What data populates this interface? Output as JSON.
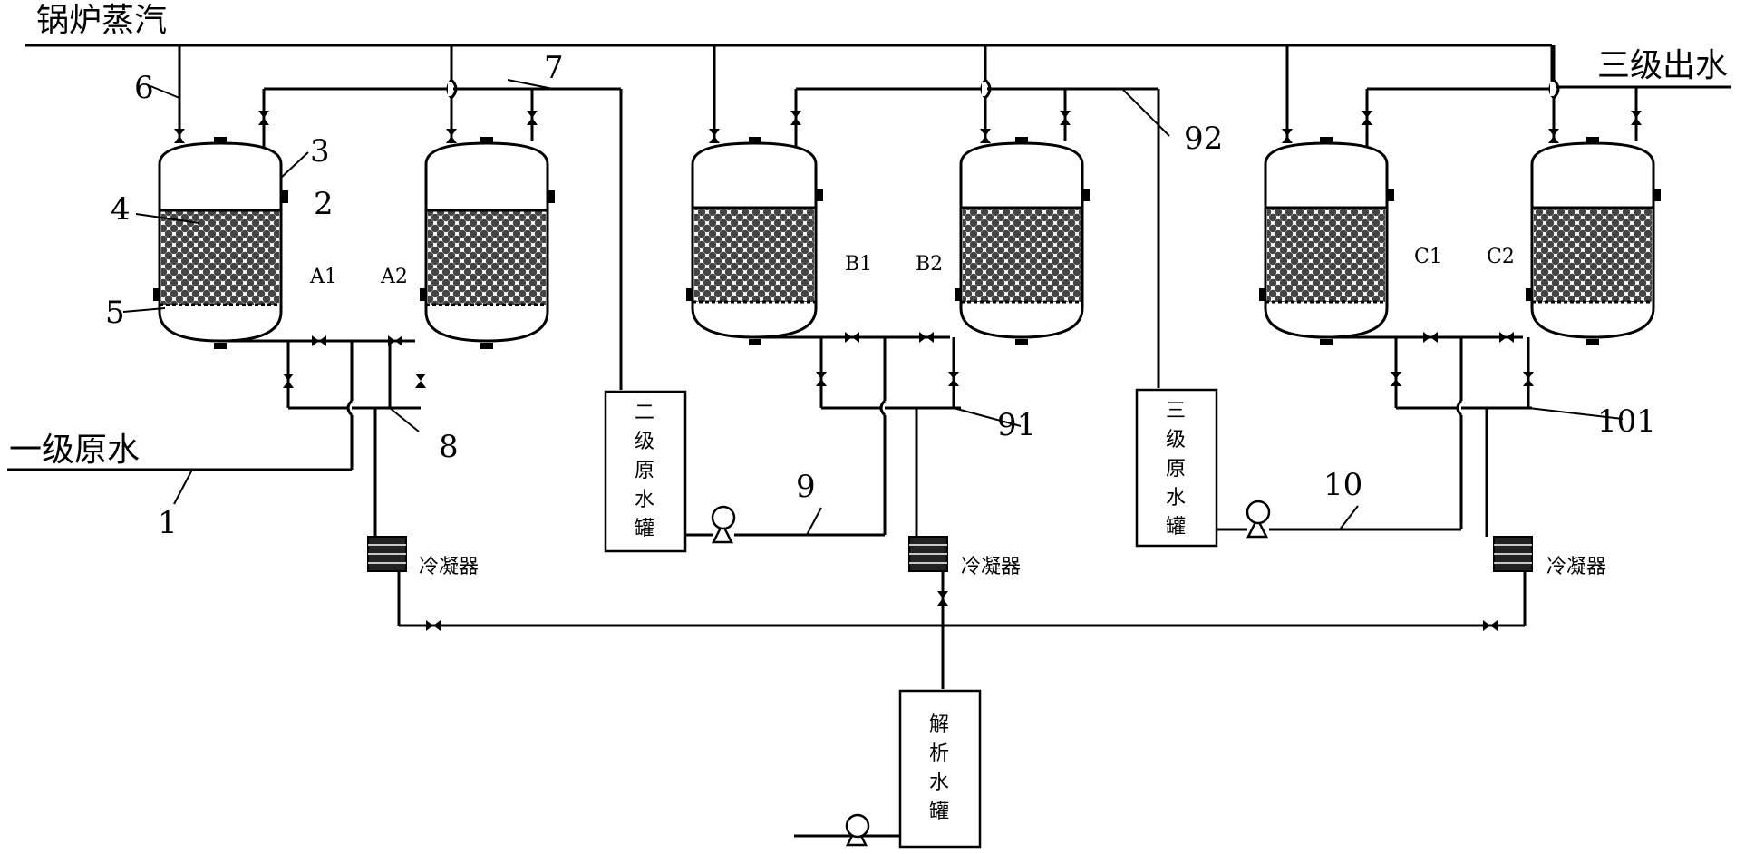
{
  "title_labels": {
    "steam": "锅炉蒸汽",
    "primary_raw_water": "一级原水",
    "tertiary_outlet": "三级出水"
  },
  "part_numbers": {
    "n1": "1",
    "n2": "2",
    "n3": "3",
    "n4": "4",
    "n5": "5",
    "n6": "6",
    "n7": "7",
    "n8": "8",
    "n9": "9",
    "n91": "91",
    "n92": "92",
    "n10": "10",
    "n101": "101"
  },
  "vessels": [
    {
      "id": "A1",
      "label": "A1"
    },
    {
      "id": "A2",
      "label": "A2"
    },
    {
      "id": "B1",
      "label": "B1"
    },
    {
      "id": "B2",
      "label": "B2"
    },
    {
      "id": "C1",
      "label": "C1"
    },
    {
      "id": "C2",
      "label": "C2"
    }
  ],
  "tanks": {
    "secondary_raw": [
      "二",
      "级",
      "原",
      "水",
      "罐"
    ],
    "tertiary_raw": [
      "三",
      "级",
      "原",
      "水",
      "罐"
    ],
    "desorption": [
      "解",
      "析",
      "水",
      "罐"
    ]
  },
  "condenser_label": "冷凝器",
  "colors": {
    "line": "#000000",
    "packing": "#555555",
    "background": "#ffffff"
  }
}
